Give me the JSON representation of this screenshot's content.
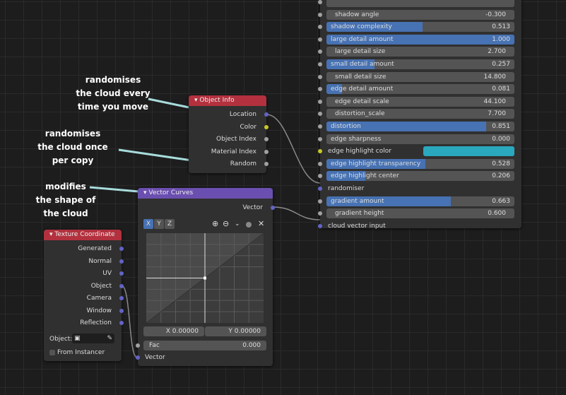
{
  "notes": [
    "randomises\nthe cloud every\ntime you move",
    "randomises\nthe cloud once\nper copy",
    "modifies\nthe shape of\nthe cloud"
  ],
  "group_node": {
    "rows": [
      {
        "label": "",
        "value": "",
        "type": "field",
        "fill": 0
      },
      {
        "label": "shadow angle",
        "value": "-0.300",
        "type": "field",
        "fill": 0
      },
      {
        "label": "shadow complexity",
        "value": "0.513",
        "type": "slider",
        "fill": 0.513
      },
      {
        "label": "large detail amount",
        "value": "1.000",
        "type": "slider",
        "fill": 1
      },
      {
        "label": "large detail size",
        "value": "2.700",
        "type": "field",
        "fill": 0
      },
      {
        "label": "small detail amount",
        "value": "0.257",
        "type": "slider",
        "fill": 0.257
      },
      {
        "label": "small detail size",
        "value": "14.800",
        "type": "field",
        "fill": 0
      },
      {
        "label": "edge detail amount",
        "value": "0.081",
        "type": "slider",
        "fill": 0.081
      },
      {
        "label": "edge detail scale",
        "value": "44.100",
        "type": "field",
        "fill": 0
      },
      {
        "label": "distortion_scale",
        "value": "7.700",
        "type": "field",
        "fill": 0
      },
      {
        "label": "distortion",
        "value": "0.851",
        "type": "slider",
        "fill": 0.851
      },
      {
        "label": "edge sharpness",
        "value": "0.000",
        "type": "slider",
        "fill": 0
      },
      {
        "label": "edge highlight color",
        "value": "",
        "type": "color",
        "color": "#2aa8be"
      },
      {
        "label": "edge highlight transparency",
        "value": "0.528",
        "type": "slider",
        "fill": 0.528
      },
      {
        "label": "edge highlight center",
        "value": "0.206",
        "type": "slider",
        "fill": 0.206
      },
      {
        "label": "randomiser",
        "value": "",
        "type": "vector"
      },
      {
        "label": "gradient amount",
        "value": "0.663",
        "type": "slider",
        "fill": 0.663
      },
      {
        "label": "gradient height",
        "value": "0.600",
        "type": "field",
        "fill": 0
      },
      {
        "label": "cloud vector input",
        "value": "",
        "type": "vector"
      }
    ]
  },
  "object_info": {
    "title": "Object Info",
    "outputs": [
      "Location",
      "Color",
      "Object Index",
      "Material Index",
      "Random"
    ],
    "color": "#b3313e"
  },
  "vector_curves": {
    "title": "Vector Curves",
    "output": "Vector",
    "channels": [
      "X",
      "Y",
      "Z"
    ],
    "x_field": "X 0.00000",
    "y_field": "Y 0.00000",
    "fac_label": "Fac",
    "fac_value": "0.000",
    "input": "Vector",
    "color": "#6b4fb0"
  },
  "texture_coordinate": {
    "title": "Texture Coordinate",
    "outputs": [
      "Generated",
      "Normal",
      "UV",
      "Object",
      "Camera",
      "Window",
      "Reflection"
    ],
    "object_label": "Object:",
    "from_instancer": "From Instancer"
  }
}
